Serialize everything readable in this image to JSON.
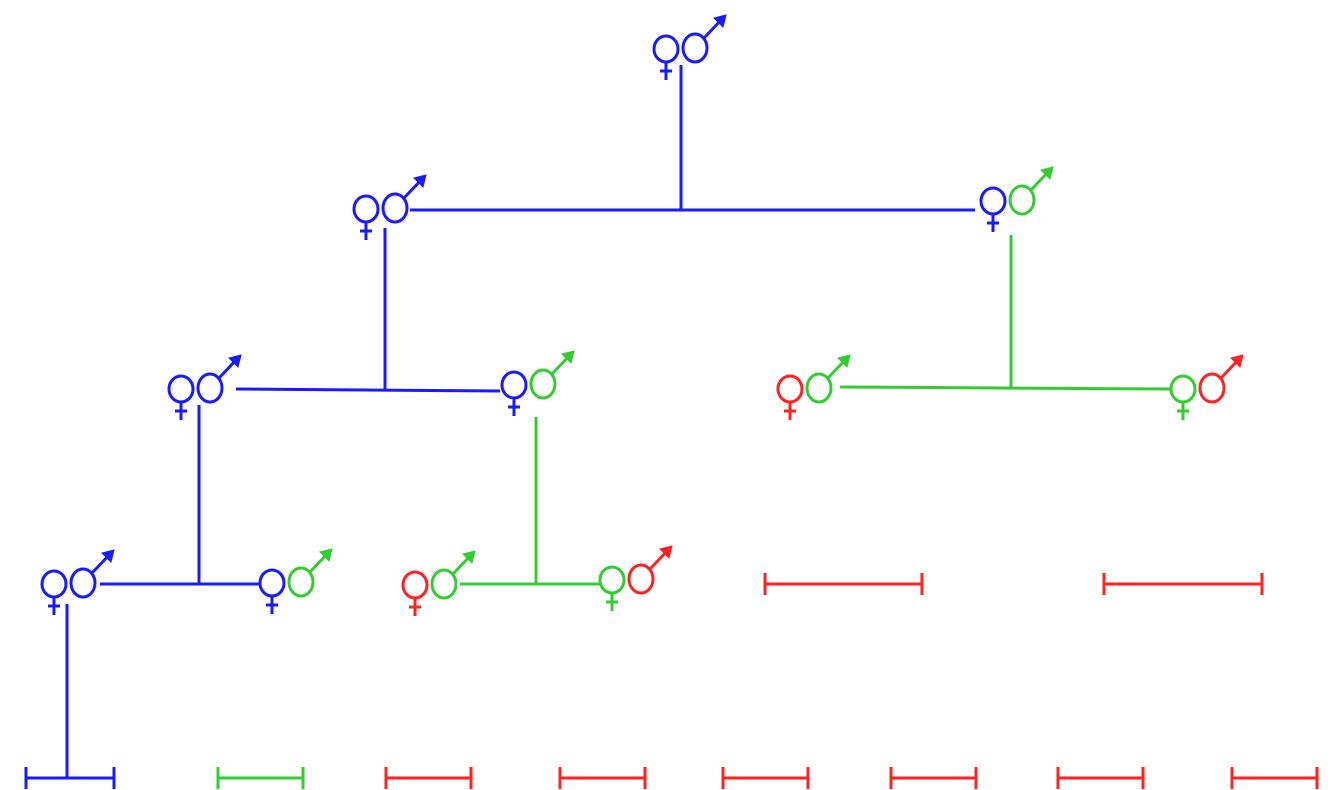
{
  "colors": {
    "blue": "#1a1aff",
    "green": "#33cc33",
    "red": "#ff2222"
  },
  "couples": [
    {
      "id": "g0",
      "female_color": "blue",
      "male_color": "blue"
    },
    {
      "id": "g1-left",
      "female_color": "blue",
      "male_color": "blue"
    },
    {
      "id": "g1-right",
      "female_color": "blue",
      "male_color": "green"
    },
    {
      "id": "g2-a",
      "female_color": "blue",
      "male_color": "blue"
    },
    {
      "id": "g2-b",
      "female_color": "blue",
      "male_color": "green"
    },
    {
      "id": "g2-c",
      "female_color": "red",
      "male_color": "green"
    },
    {
      "id": "g2-d",
      "female_color": "green",
      "male_color": "red"
    },
    {
      "id": "g3-a",
      "female_color": "blue",
      "male_color": "blue"
    },
    {
      "id": "g3-b",
      "female_color": "blue",
      "male_color": "green"
    },
    {
      "id": "g3-c",
      "female_color": "red",
      "male_color": "green"
    },
    {
      "id": "g3-d",
      "female_color": "green",
      "male_color": "red"
    }
  ],
  "bars": [
    {
      "id": "g3-bar-1",
      "color": "red"
    },
    {
      "id": "g3-bar-2",
      "color": "red"
    },
    {
      "id": "g4-bar-1",
      "color": "blue"
    },
    {
      "id": "g4-bar-2",
      "color": "green"
    },
    {
      "id": "g4-bar-3",
      "color": "red"
    },
    {
      "id": "g4-bar-4",
      "color": "red"
    },
    {
      "id": "g4-bar-5",
      "color": "red"
    },
    {
      "id": "g4-bar-6",
      "color": "red"
    },
    {
      "id": "g4-bar-7",
      "color": "red"
    },
    {
      "id": "g4-bar-8",
      "color": "red"
    }
  ]
}
